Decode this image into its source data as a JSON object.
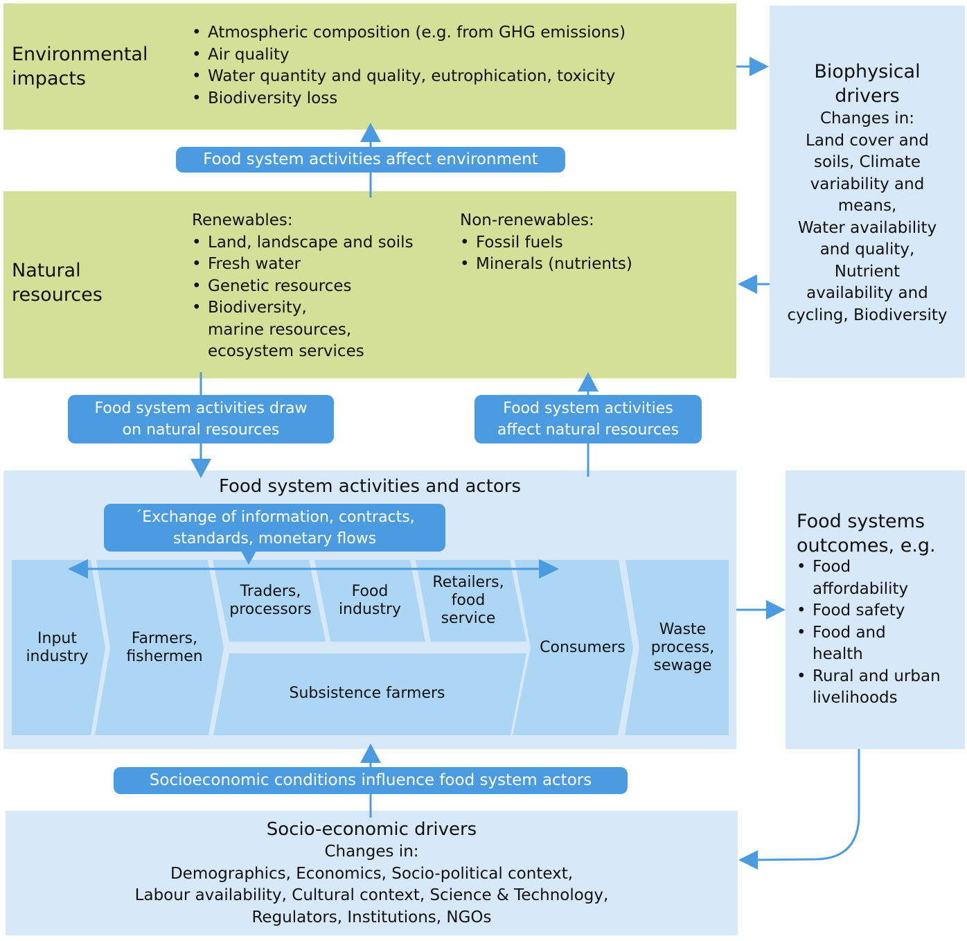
{
  "colors": {
    "green_panel": "#d4df97",
    "light_blue_panel": "#d7e9f8",
    "actor_blue": "#acd6f4",
    "arrow_blue": "#4a9be0"
  },
  "environmental_impacts": {
    "title_line1": "Environmental",
    "title_line2": "impacts",
    "items": [
      "Atmospheric composition (e.g. from GHG emissions)",
      "Air quality",
      "Water quantity and quality, eutrophication, toxicity",
      "Biodiversity loss"
    ]
  },
  "natural_resources": {
    "title_line1": "Natural",
    "title_line2": "resources",
    "renewables_heading": "Renewables:",
    "renewables": [
      "Land, landscape and soils",
      "Fresh water",
      "Genetic resources",
      "Biodiversity,"
    ],
    "renewables_continuation": [
      "marine resources,",
      "ecosystem services"
    ],
    "nonrenewables_heading": "Non-renewables:",
    "nonrenewables": [
      "Fossil fuels",
      "Minerals (nutrients)"
    ]
  },
  "biophysical_drivers": {
    "title_line1": "Biophysical",
    "title_line2": "drivers",
    "subtitle": "Changes in:",
    "lines": [
      "Land cover and",
      "soils, Climate",
      "variability and",
      "means,",
      "Water availability",
      "and quality,",
      "Nutrient",
      "availability and",
      "cycling, Biodiversity"
    ]
  },
  "labels": {
    "affect_environment": "Food system activities affect environment",
    "draw_on_resources_line1": "Food system activities draw",
    "draw_on_resources_line2": "on natural resources",
    "affect_resources_line1": "Food system activities",
    "affect_resources_line2": "affect natural resources",
    "exchange_line1": "´Exchange of information, contracts,",
    "exchange_line2": "standards, monetary flows",
    "socioeconomic_influence": "Socioeconomic conditions influence food system actors"
  },
  "food_system": {
    "title": "Food system activities and actors",
    "actors": {
      "input_industry": [
        "Input",
        "industry"
      ],
      "farmers": [
        "Farmers,",
        "fishermen"
      ],
      "traders": [
        "Traders,",
        "processors"
      ],
      "food_industry": [
        "Food",
        "industry"
      ],
      "retailers": [
        "Retailers,",
        "food",
        "service"
      ],
      "subsistence": [
        "Subsistence farmers"
      ],
      "consumers": [
        "Consumers"
      ],
      "waste": [
        "Waste",
        "process,",
        "sewage"
      ]
    }
  },
  "outcomes": {
    "title_line1": "Food systems",
    "title_line2": "outcomes, e.g.",
    "items": [
      [
        "Food",
        "affordability"
      ],
      [
        "Food safety"
      ],
      [
        "Food and",
        "health"
      ],
      [
        "Rural and urban",
        "livelihoods"
      ]
    ]
  },
  "socioeconomic_drivers": {
    "title": "Socio-economic drivers",
    "subtitle": "Changes in:",
    "lines": [
      "Demographics, Economics, Socio-political context,",
      "Labour availability, Cultural context, Science & Technology,",
      "Regulators, Institutions, NGOs"
    ]
  }
}
